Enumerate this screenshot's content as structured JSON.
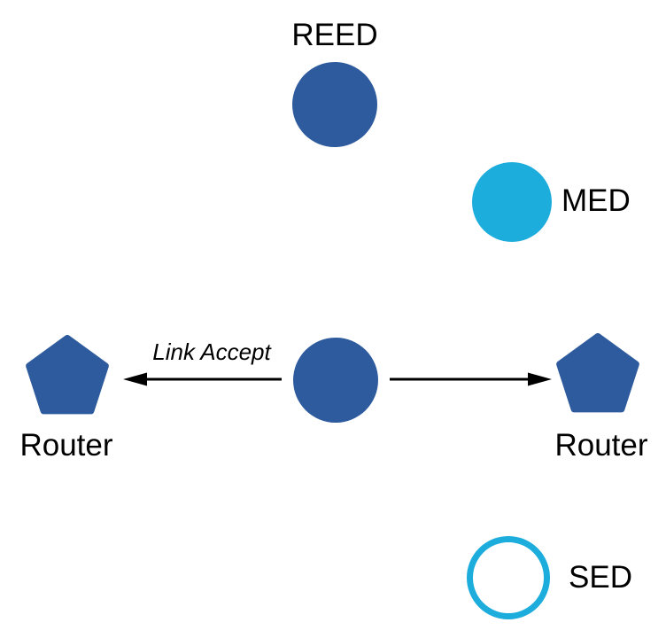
{
  "colors": {
    "node_blue": "#2E5B9D",
    "node_cyan": "#1CADDC",
    "edge_black": "#000000"
  },
  "diagram": {
    "nodes": {
      "reed": {
        "label": "REED",
        "shape": "filled-circle",
        "color": "#2E5B9D"
      },
      "med": {
        "label": "MED",
        "shape": "filled-circle",
        "color": "#1CADDC"
      },
      "parent": {
        "shape": "filled-circle",
        "color": "#2E5B9D"
      },
      "router_left": {
        "label": "Router",
        "shape": "pentagon",
        "color": "#2E5B9D"
      },
      "router_right": {
        "label": "Router",
        "shape": "pentagon",
        "color": "#2E5B9D"
      },
      "sed": {
        "label": "SED",
        "shape": "outlined-circle",
        "color": "#1CADDC"
      }
    },
    "edges": {
      "to_router_left": {
        "from": "parent",
        "to": "router_left",
        "label": "Link Accept"
      },
      "to_router_right": {
        "from": "parent",
        "to": "router_right"
      }
    }
  }
}
